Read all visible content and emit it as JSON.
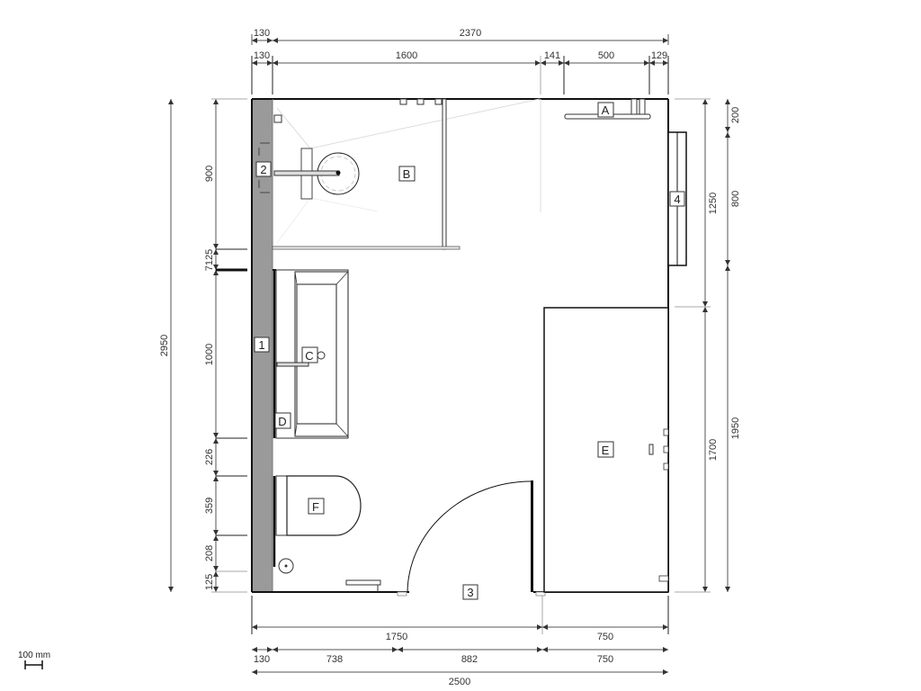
{
  "plan": {
    "scale_label": "100 mm",
    "wall_color": "#9a9a9a",
    "line_color": "#111111",
    "dim_color": "#555555"
  },
  "dimensions": {
    "top_row1": [
      "130",
      "2370"
    ],
    "top_row2": [
      "130",
      "1600",
      "141",
      "500",
      "129"
    ],
    "left_outer": "2950",
    "left_inner": [
      "900",
      "7125",
      "1000",
      "226",
      "359",
      "208",
      "125"
    ],
    "right_inner": [
      "1250",
      "1700"
    ],
    "right_outer": [
      "200",
      "800",
      "1950"
    ],
    "bottom_row1": [
      "1750",
      "750"
    ],
    "bottom_row2": [
      "130",
      "738",
      "882",
      "750"
    ],
    "bottom_total": "2500"
  },
  "tags": {
    "wall_1": "1",
    "wall_2": "2",
    "door_3": "3",
    "window_4": "4",
    "A": "A",
    "B": "B",
    "C": "C",
    "D": "D",
    "E": "E",
    "F": "F"
  }
}
